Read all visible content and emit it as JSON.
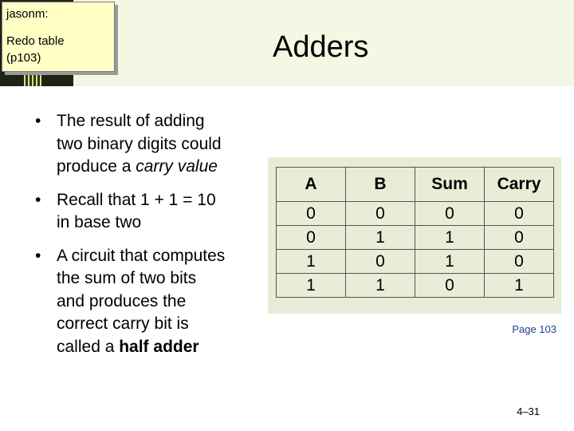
{
  "note": {
    "author": "jasonm:",
    "lines": [
      "Redo table",
      "(p103)"
    ]
  },
  "title": "Adders",
  "bullets": [
    {
      "marker": "•",
      "lines": [
        "The result of adding",
        "two binary digits could"
      ],
      "lead": "produce a ",
      "em": "carry value"
    },
    {
      "marker": "•",
      "lines": [
        "Recall that 1 + 1 = 10",
        "in base two"
      ]
    },
    {
      "marker": "•",
      "lines": [
        "A circuit that computes",
        "the sum of two bits",
        "and produces the",
        "correct carry bit is"
      ],
      "lead": "called a ",
      "strong": "half adder"
    }
  ],
  "truth_table": {
    "headers": [
      "A",
      "B",
      "Sum",
      "Carry"
    ],
    "rows": [
      [
        "0",
        "0",
        "0",
        "0"
      ],
      [
        "0",
        "1",
        "1",
        "0"
      ],
      [
        "1",
        "0",
        "1",
        "0"
      ],
      [
        "1",
        "1",
        "0",
        "1"
      ]
    ]
  },
  "page_ref": "Page 103",
  "slide_number": "4–31"
}
